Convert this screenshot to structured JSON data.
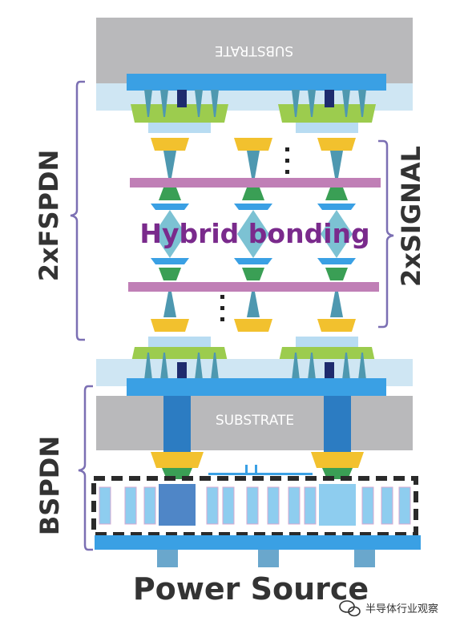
{
  "labels": {
    "top_substrate": "SUBSTRATE",
    "middle_substrate": "SUBSTRATE",
    "fspdn": "2xFSPDN",
    "signal": "2xSIGNAL",
    "bspdn": "BSPDN",
    "center": "Hybrid bonding",
    "bottom": "Power Source",
    "watermark": "半导体行业观察"
  },
  "colors": {
    "substrate": "#b9b9bb",
    "light_blue": "#cfe6f3",
    "blue": "#3aa0e4",
    "dark_blue": "#2c7cc2",
    "green": "#9ccc4e",
    "teal": "#4e98b0",
    "yellow": "#f2c12e",
    "violet": "#c07fb6",
    "navy": "#1e2b6e",
    "text_purple": "#7a2a8c",
    "bracket": "#7b6fb3"
  }
}
